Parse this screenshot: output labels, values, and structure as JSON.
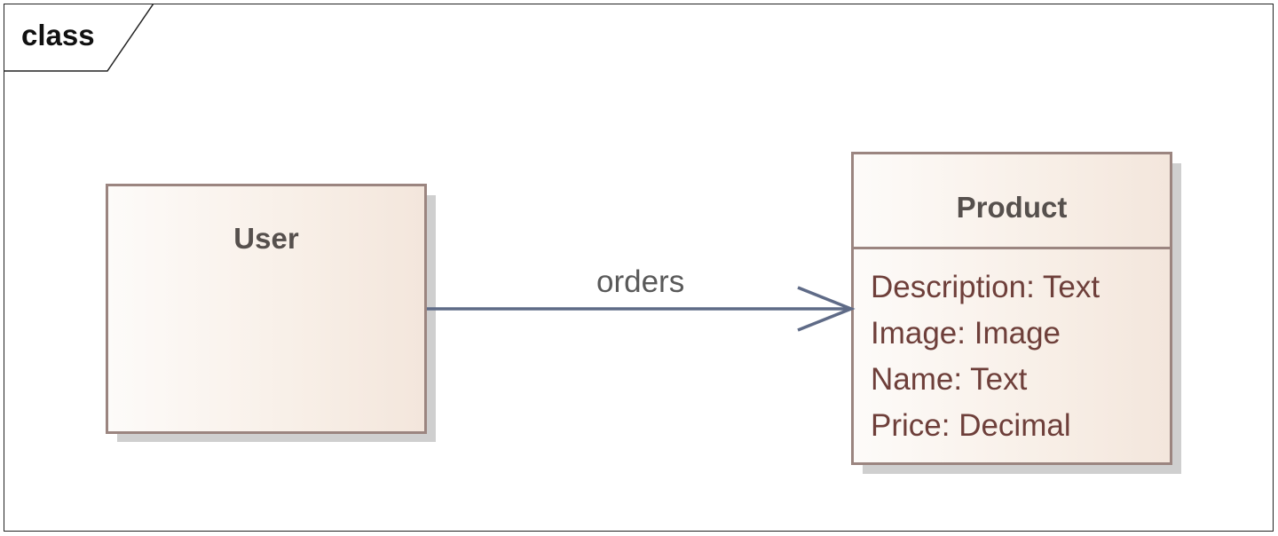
{
  "frame": {
    "label": "class"
  },
  "classes": {
    "user": {
      "name": "User"
    },
    "product": {
      "name": "Product",
      "attributes": [
        "Description: Text",
        "Image: Image",
        "Name: Text",
        "Price: Decimal"
      ]
    }
  },
  "association": {
    "label": "orders",
    "from": "User",
    "to": "Product",
    "arrowhead": "open",
    "color": "#5f6b87"
  },
  "colors": {
    "class_border": "#9b8580",
    "class_title": "#56504d",
    "attribute_text": "#6e3f3a"
  }
}
